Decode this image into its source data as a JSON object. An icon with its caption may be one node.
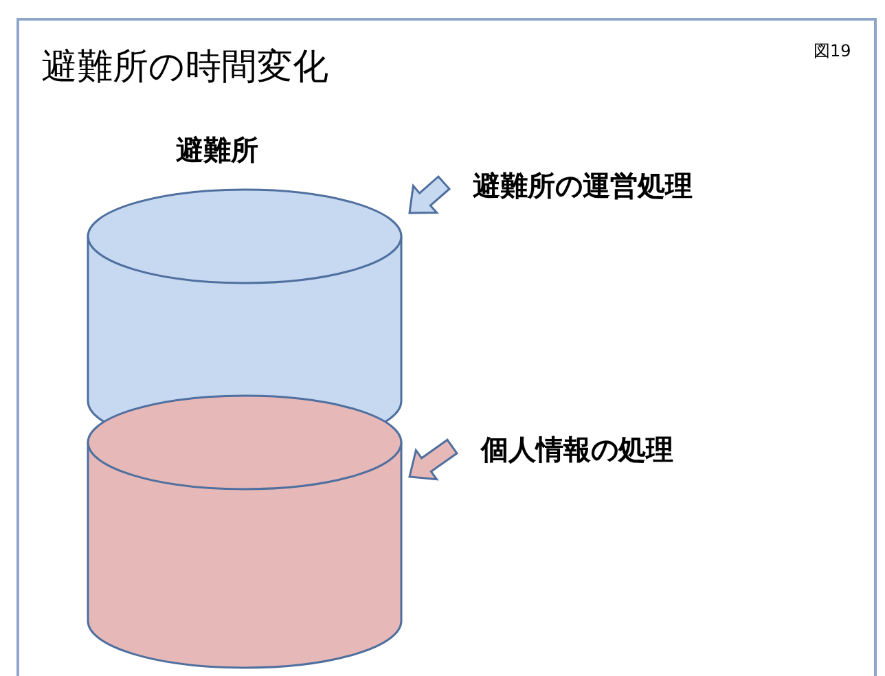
{
  "diagram": {
    "title": "避難所の時間変化",
    "nodes": [
      {
        "text": [
          "避難所の運営処理"
        ]
      },
      {
        "text": [],
        "shape": "cylinder"
      },
      {
        "text": [
          "個人情報の処理"
        ]
      },
      {
        "text": [],
        "shape": "cylinder"
      }
    ],
    "edges": [
      {
        "from": 0,
        "to": 1,
        "arrow": "to",
        "color": "#c6d9f1"
      },
      {
        "from": 2,
        "to": 3,
        "arrow": "to",
        "color": "#e6b9b8"
      }
    ],
    "labels": [
      "図19",
      "避難所"
    ]
  }
}
